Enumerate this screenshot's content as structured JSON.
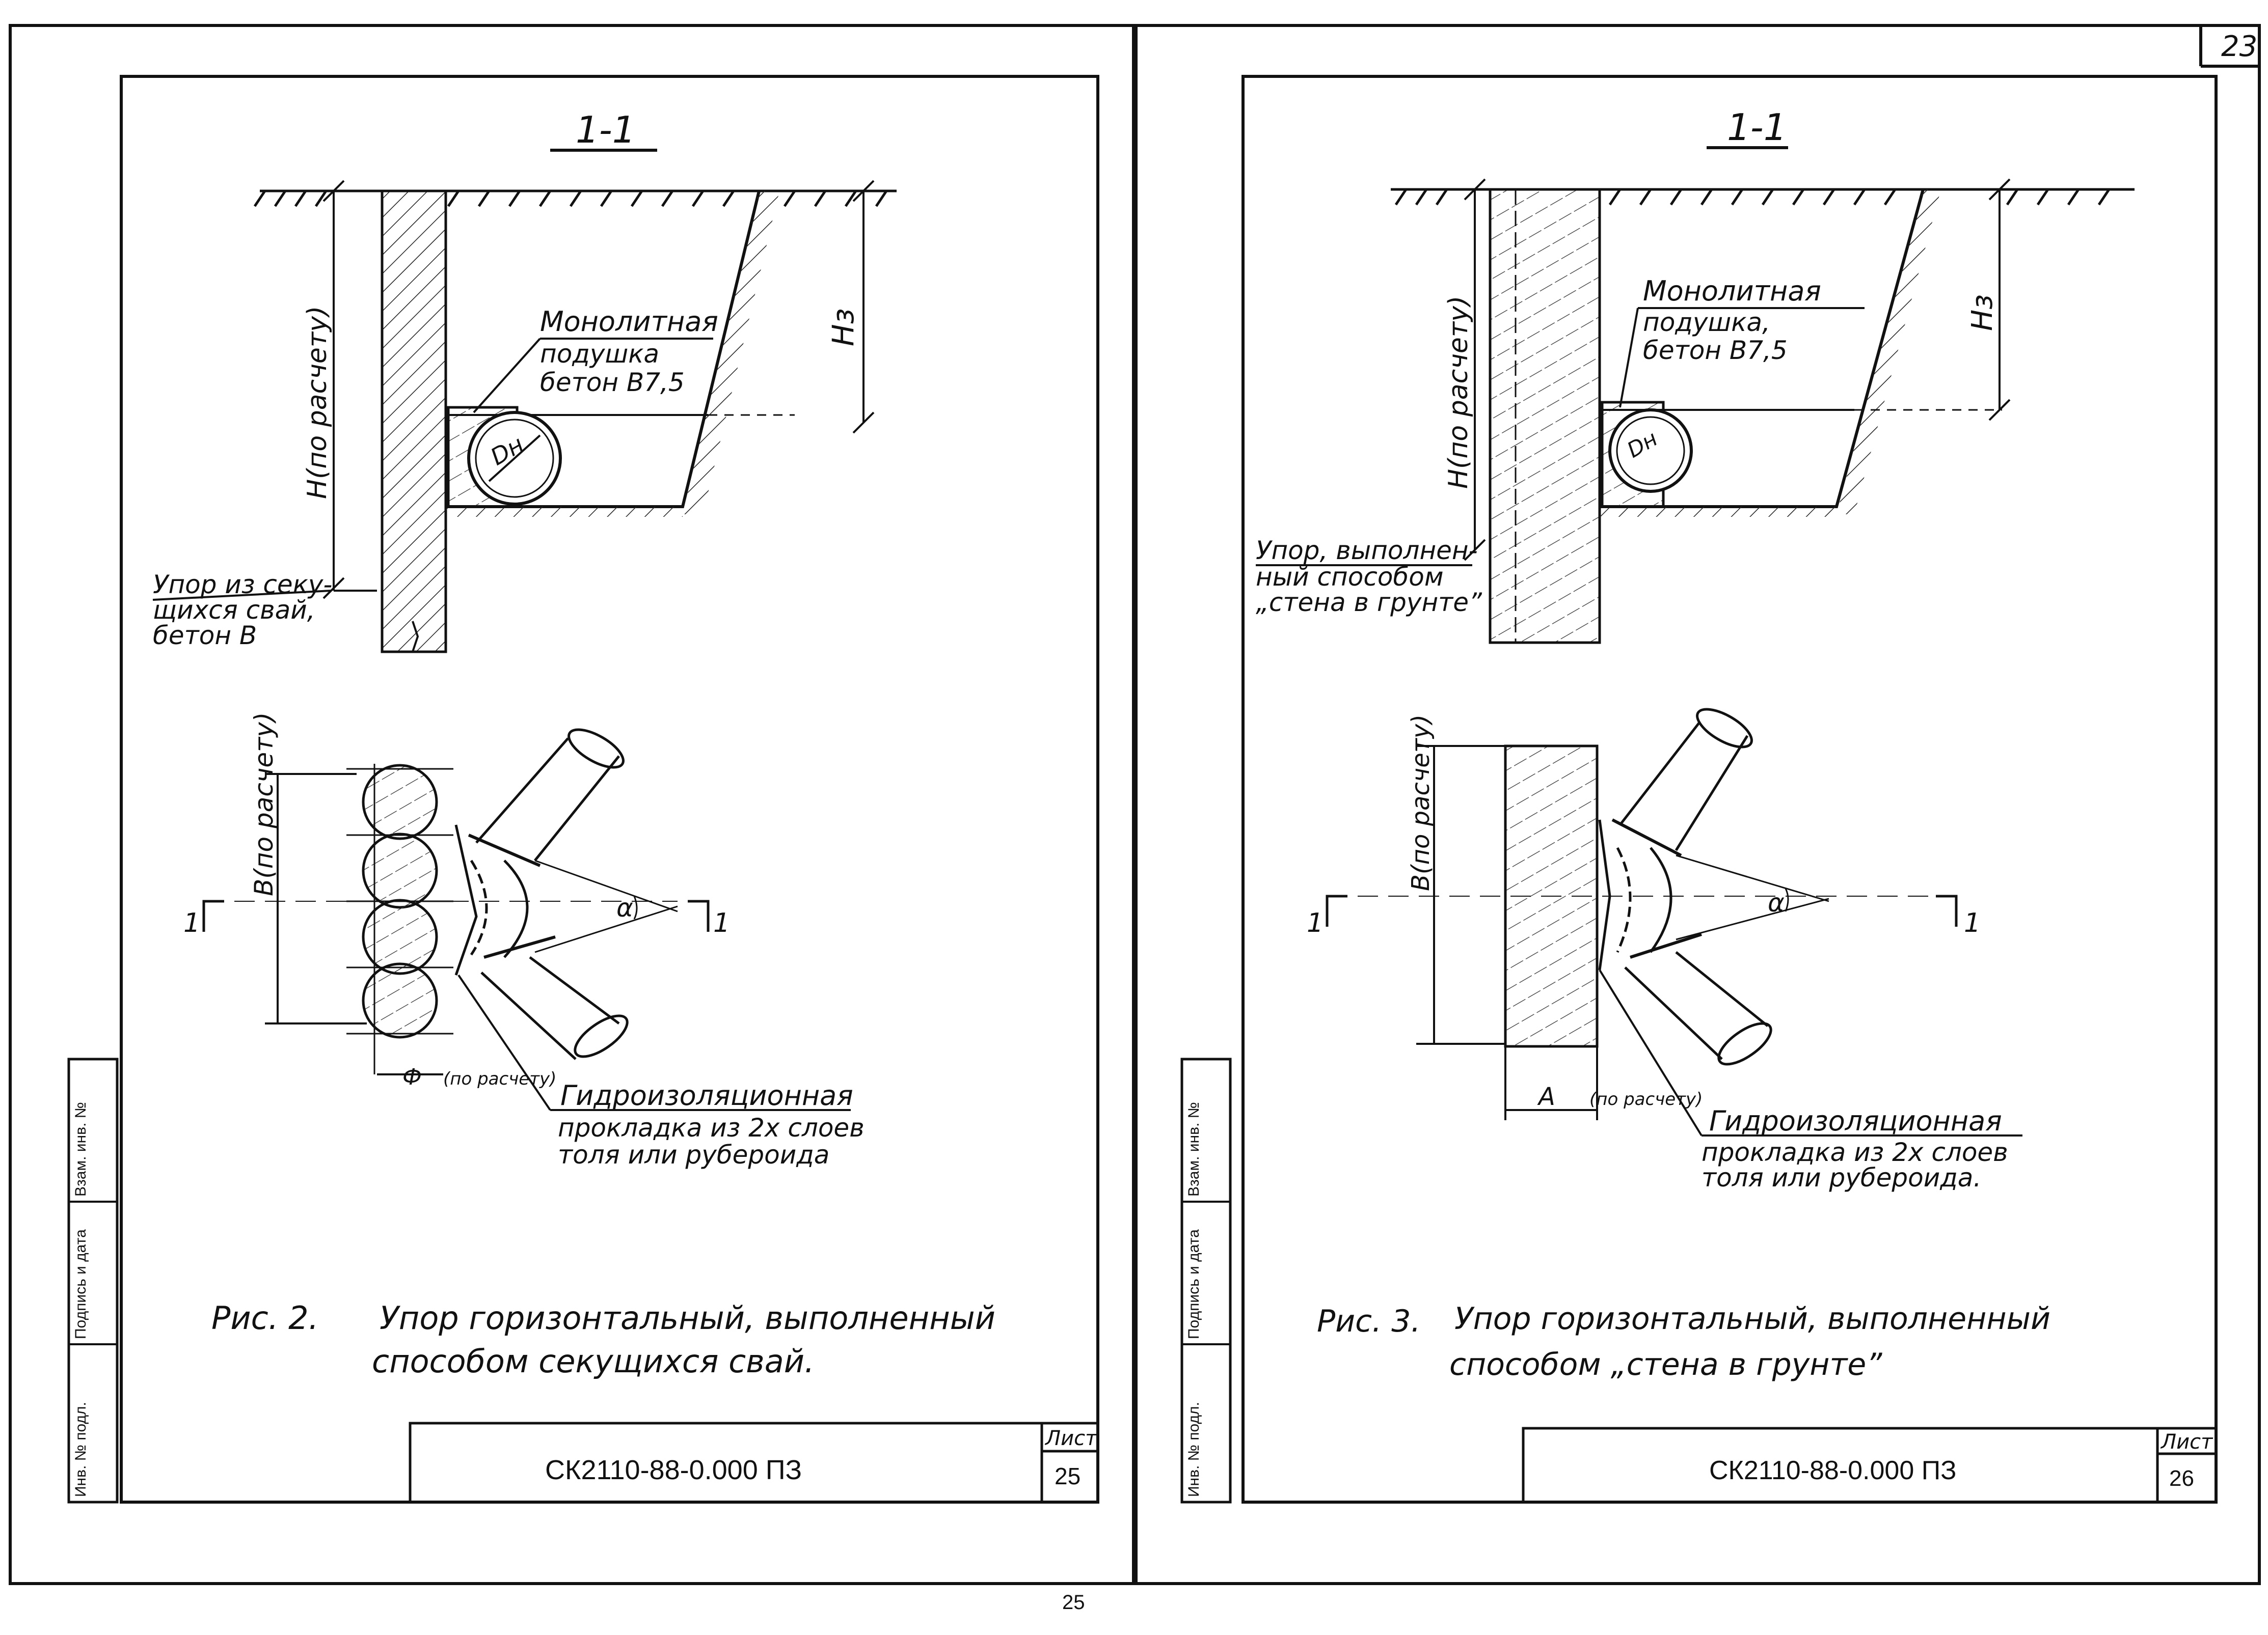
{
  "page_number": "23",
  "stray_page_mark": "25",
  "left_sheet": {
    "section_label": "1-1",
    "label_height": "H(по расчету)",
    "label_cover_depth": "Hз",
    "cushion_label": [
      "Монолитная",
      "подушка",
      "бетон  B7,5"
    ],
    "pipe_label": "Dн",
    "support_label": [
      "Упор из секу-",
      "щихся свай,",
      "бетон  B"
    ],
    "width_label": "B(по расчету)",
    "diameter_label": "Ф",
    "diameter_note": "(по расчету)",
    "section_mark": "1",
    "angle_label": "α",
    "gasket_label": [
      "Гидроизоляционная",
      "прокладка  из 2х слоев",
      "толя  или рубероида"
    ],
    "figure_number": "Рис. 2.",
    "figure_caption": [
      "Упор горизонтальный, выполненный",
      "способом  секущихся  свай."
    ],
    "stamp_code": "СК2110-88-0.000 ПЗ",
    "stamp_sheet_label": "Лист",
    "stamp_sheet_number": "25",
    "margin_stamp": [
      "Инв. № подл.",
      "Подпись и дата",
      "Взам. инв. №"
    ]
  },
  "right_sheet": {
    "section_label": "1-1",
    "label_height": "H(по расчету)",
    "label_cover_depth": "Hз",
    "cushion_label": [
      "Монолитная",
      "подушка,",
      "бетон  B7,5"
    ],
    "pipe_label": "Dн",
    "support_label": [
      "Упор, выполнен-",
      "ный  способом",
      "„стена  в грунте”"
    ],
    "width_label": "B(по расчету)",
    "thickness_label": "A",
    "thickness_note": "(по расчету)",
    "section_mark": "1",
    "angle_label": "α",
    "gasket_label": [
      "Гидроизоляционная",
      "прокладка  из 2х слоев",
      "толя  или рубероида."
    ],
    "figure_number": "Рис. 3.",
    "figure_caption": [
      "Упор горизонтальный, выполненный",
      "способом  „стена  в грунте”"
    ],
    "stamp_code": "СК2110-88-0.000 ПЗ",
    "stamp_sheet_label": "Лист",
    "stamp_sheet_number": "26",
    "margin_stamp": [
      "Инв. № подл.",
      "Подпись и дата",
      "Взам. инв. №"
    ]
  }
}
